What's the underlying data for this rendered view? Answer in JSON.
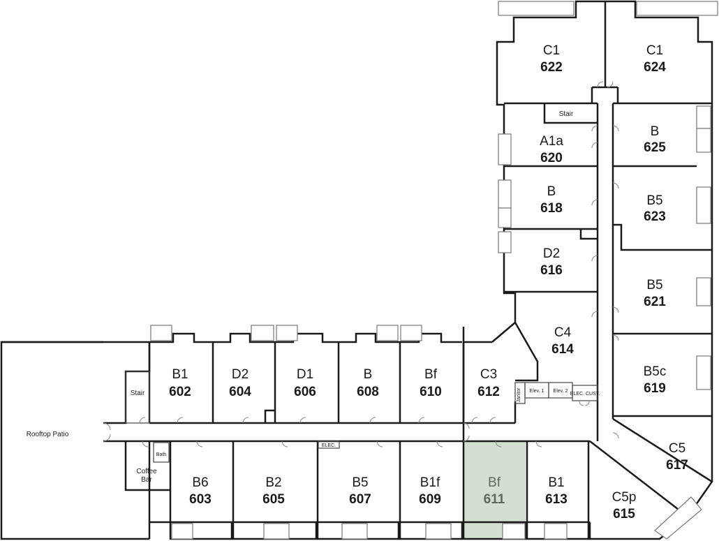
{
  "units": [
    {
      "id": "u602",
      "type": "B1",
      "number": "602"
    },
    {
      "id": "u604",
      "type": "D2",
      "number": "604"
    },
    {
      "id": "u606",
      "type": "D1",
      "number": "606"
    },
    {
      "id": "u608",
      "type": "B",
      "number": "608"
    },
    {
      "id": "u610",
      "type": "Bf",
      "number": "610"
    },
    {
      "id": "u612",
      "type": "C3",
      "number": "612"
    },
    {
      "id": "u614",
      "type": "C4",
      "number": "614"
    },
    {
      "id": "u616",
      "type": "D2",
      "number": "616"
    },
    {
      "id": "u618",
      "type": "B",
      "number": "618"
    },
    {
      "id": "u620",
      "type": "A1a",
      "number": "620"
    },
    {
      "id": "u622",
      "type": "C1",
      "number": "622"
    },
    {
      "id": "u624",
      "type": "C1",
      "number": "624"
    },
    {
      "id": "u625",
      "type": "B",
      "number": "625"
    },
    {
      "id": "u623",
      "type": "B5",
      "number": "623"
    },
    {
      "id": "u621",
      "type": "B5",
      "number": "621"
    },
    {
      "id": "u619",
      "type": "B5c",
      "number": "619"
    },
    {
      "id": "u617",
      "type": "C5",
      "number": "617"
    },
    {
      "id": "u615",
      "type": "C5p",
      "number": "615"
    },
    {
      "id": "u613",
      "type": "B1",
      "number": "613"
    },
    {
      "id": "u611",
      "type": "Bf",
      "number": "611",
      "highlighted": true
    },
    {
      "id": "u609",
      "type": "B1f",
      "number": "609"
    },
    {
      "id": "u607",
      "type": "B5",
      "number": "607"
    },
    {
      "id": "u605",
      "type": "B2",
      "number": "605"
    },
    {
      "id": "u603",
      "type": "B6",
      "number": "603"
    }
  ],
  "amenities": {
    "rooftop_patio": "Rooftop Patio",
    "stair_west": "Stair",
    "stair_north": "Stair",
    "coffee_bar_line1": "Coffee",
    "coffee_bar_line2": "Bar",
    "bath": "Bath",
    "elec_corridor": "ELEC.",
    "janitor": "Janitor",
    "elev1": "Elev. 1",
    "elev2": "Elev. 2",
    "elec_cust": "ELEC. CUST."
  },
  "colors": {
    "highlight_fill": "#d3dfd1",
    "highlight_text": "#5e6b5c",
    "wall": "#1a1a1a"
  }
}
